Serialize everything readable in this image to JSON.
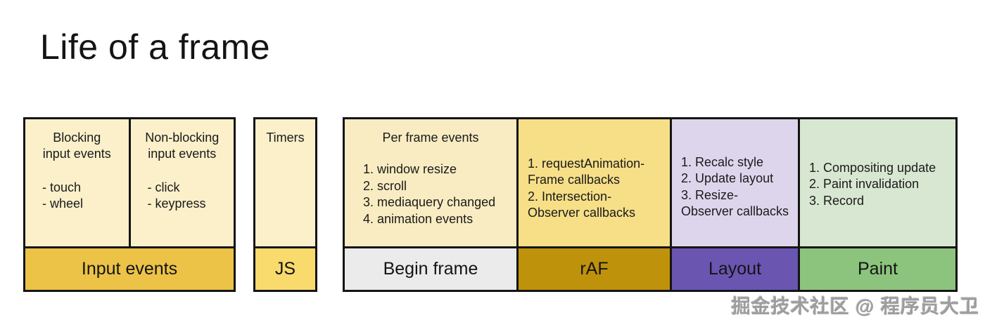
{
  "title": "Life of a frame",
  "watermark": "掘金技术社区 @ 程序员大卫",
  "colors": {
    "cream_body": "#fbf0ca",
    "frame_body": "#f9ecc2",
    "raf_body": "#f6df87",
    "layout_body": "#dcd5ec",
    "paint_body": "#d8e7d1",
    "input_bar": "#ecc347",
    "js_bar": "#f9da6d",
    "begin_bar": "#ebebeb",
    "raf_bar": "#bf920b",
    "layout_bar": "#6a55b1",
    "paint_bar": "#8dc47d",
    "border": "#141414"
  },
  "groups": {
    "input": {
      "bar_label": "Input events",
      "columns": [
        {
          "header": "Blocking\ninput events",
          "items": [
            "- touch",
            "- wheel"
          ]
        },
        {
          "header": "Non-blocking\ninput events",
          "items": [
            "- click",
            "- keypress"
          ]
        }
      ]
    },
    "js": {
      "header": "Timers",
      "bar_label": "JS"
    },
    "pipeline": {
      "stages": [
        {
          "header": "Per frame events",
          "items": [
            "1. window resize",
            "2. scroll",
            "3. mediaquery changed",
            "4. animation events"
          ],
          "bar_label": "Begin frame"
        },
        {
          "items": [
            "1. requestAnimation-\nFrame callbacks",
            "2. Intersection-\nObserver callbacks"
          ],
          "bar_label": "rAF"
        },
        {
          "items": [
            "1. Recalc style",
            "2. Update layout",
            "3. Resize-\nObserver callbacks"
          ],
          "bar_label": "Layout"
        },
        {
          "items": [
            "1. Compositing update",
            "2. Paint invalidation",
            "3. Record"
          ],
          "bar_label": "Paint"
        }
      ]
    }
  }
}
